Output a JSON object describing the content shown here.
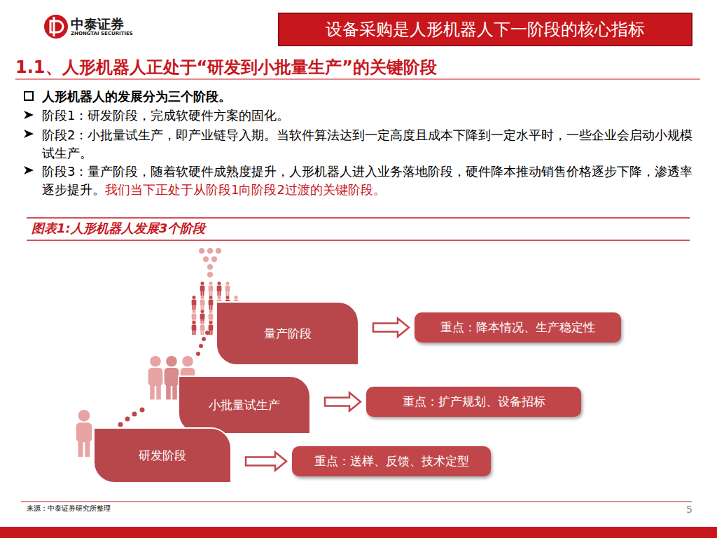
{
  "diagram": {
    "title": "设备采购是人形机器人下一阶段的核心指标",
    "caption": "图表1:人形机器人发展3个阶段",
    "nodes": [
      {
        "text": [
          "量产阶段"
        ]
      },
      {
        "text": [
          "重点：降本情况、生产稳定性"
        ]
      },
      {
        "text": [
          "小批量试生产"
        ]
      },
      {
        "text": [
          "重点：扩产规划、设备招标"
        ]
      },
      {
        "text": [
          "研发阶段"
        ]
      },
      {
        "text": [
          "重点：送样、反馈、技术定型"
        ]
      }
    ],
    "edges": [
      {
        "from": 0,
        "to": 1,
        "arrow": "to"
      },
      {
        "from": 2,
        "to": 3,
        "arrow": "to"
      },
      {
        "from": 4,
        "to": 5,
        "arrow": "to"
      }
    ],
    "labels": [
      "中泰证券",
      "ZHONGTAI SECURITIES",
      "1.1、人形机器人正处于“研发到小批量生产”的关键阶段",
      "人形机器人的发展分为三个阶段。",
      "阶段1：研发阶段，完成软硬件方案的固化。",
      "阶段2：小批量试生产，即产业链导入期。当软件算法达到一定高度且成本下降到一定水平时，一些企业会启动小规模试生产。",
      "阶段3：量产阶段，随着软硬件成熟度提升，人形机器人进入业务落地阶段，硬件降本推动销售价格逐步下降，渗透率逐步提升。",
      "我们当下正处于从阶段1向阶段2过渡的关键阶段。",
      "来源：中泰证券研究所整理",
      "5"
    ]
  }
}
